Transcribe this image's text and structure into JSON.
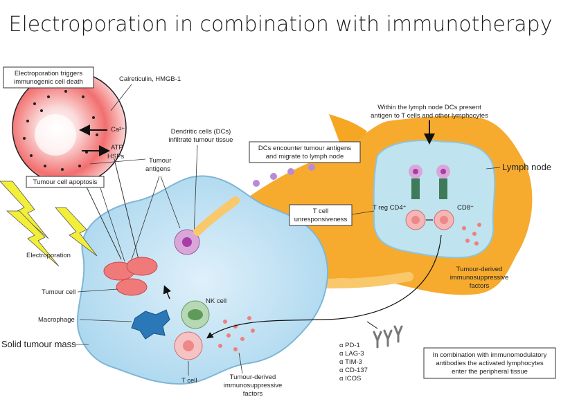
{
  "title": "Electroporation in combination with immunotherapy",
  "labels": {
    "icd_box_line1": "Electroporation triggers",
    "icd_box_line2": "immunogenic cell death",
    "calreticulin": "Calreticulin, HMGB-1",
    "ca": "Ca²⁺",
    "atp": "ATP",
    "hsps": "HSPs",
    "apoptosis": "Tumour cell apoptosis",
    "dc_line1": "Dendritic cells (DCs)",
    "dc_line2": "infiltrate tumour tissue",
    "tumour_antigens_line1": "Tumour",
    "tumour_antigens_line2": "antigens",
    "dc_encounter_line1": "DCs encounter tumour antigens",
    "dc_encounter_line2": "and migrate to lymph node",
    "lymph_present_line1": "Within the lymph node DCs present",
    "lymph_present_line2": "antigen to T cells and other lymphocytes",
    "lymph_node": "Lymph node",
    "tcell_unresp_line1": "T cell",
    "tcell_unresp_line2": "unresponsiveness",
    "treg": "T reg CD4⁺",
    "cd8": "CD8⁺",
    "tdif_right_line1": "Tumour-derived",
    "tdif_right_line2": "immunosuppressive",
    "tdif_right_line3": "factors",
    "electroporation": "Electroporation",
    "tumour_cell": "Tumour cell",
    "macrophage": "Macrophage",
    "solid_tumour": "Solid tumour mass",
    "nk_cell": "NK cell",
    "t_cell": "T cell",
    "tdif_bottom_line1": "Tumour-derived",
    "tdif_bottom_line2": "immunosuppressive",
    "tdif_bottom_line3": "factors",
    "antibodies": [
      "α PD-1",
      "α LAG-3",
      "α TIM-3",
      "α CD-137",
      "α ICOS"
    ],
    "combo_line1": "In combination with immunomodulatory",
    "combo_line2": "antibodies the activated lymphocytes",
    "combo_line3": "enter the peripheral tissue"
  },
  "colors": {
    "tumour_mass": "#bfe0f2",
    "lymph_vessel": "#f5a623",
    "lymph_inner": "#bfe3ef",
    "tumour_cell": "#f07a7a",
    "dc": "#d9a6d9",
    "nk": "#b7d8b4",
    "macrophage": "#2b78b8",
    "lightning": "#f2ee3a",
    "zoom_circle": "#f7b9b9"
  }
}
